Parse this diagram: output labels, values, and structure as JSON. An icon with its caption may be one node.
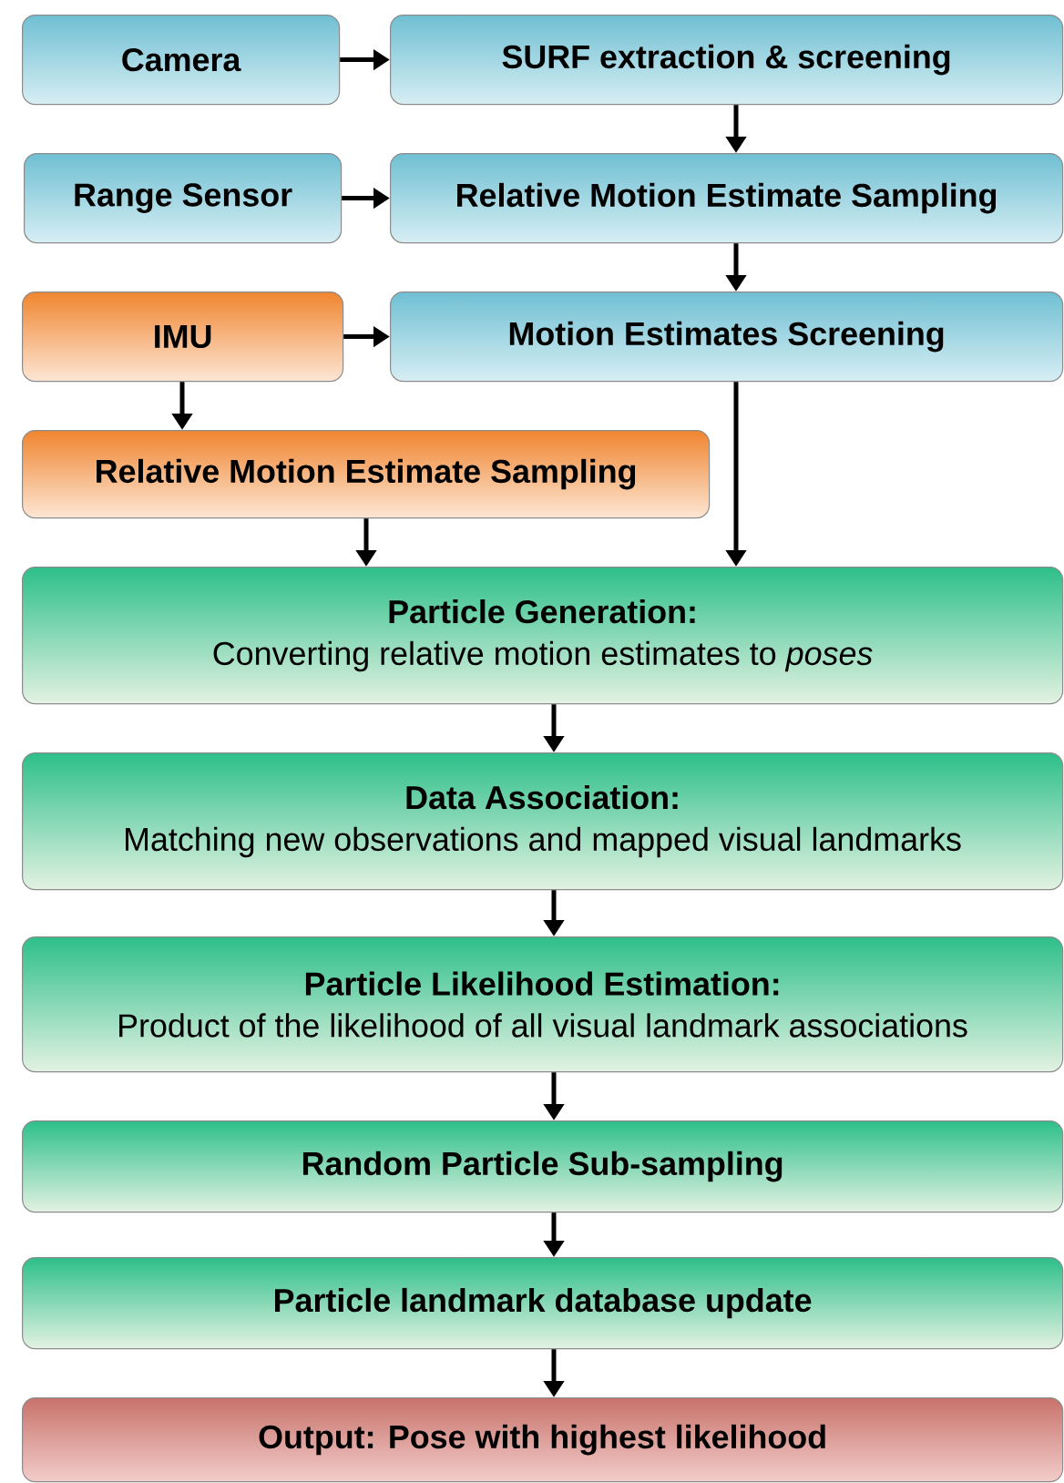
{
  "diagram": {
    "nodes": [
      {
        "text": [
          "Camera"
        ]
      },
      {
        "text": [
          "SURF extraction & screening"
        ]
      },
      {
        "text": [
          "Range Sensor"
        ]
      },
      {
        "text": [
          "Relative Motion Estimate Sampling"
        ]
      },
      {
        "text": [
          "IMU"
        ]
      },
      {
        "text": [
          "Motion Estimates Screening"
        ]
      },
      {
        "text": [
          "Relative Motion Estimate Sampling"
        ]
      },
      {
        "text": [
          "Particle Generation:",
          "Converting relative motion estimates to *poses*"
        ]
      },
      {
        "text": [
          "Data Association:",
          "Matching new observations and mapped visual landmarks"
        ]
      },
      {
        "text": [
          "Particle Likelihood Estimation:",
          "Product of the likelihood of all visual landmark associations"
        ]
      },
      {
        "text": [
          "Random Particle Sub-sampling"
        ]
      },
      {
        "text": [
          "Particle landmark database update"
        ]
      },
      {
        "text": [
          "Output: Pose with highest likelihood"
        ]
      }
    ],
    "edges": [
      {
        "from": 0,
        "to": 1,
        "arrow": "to"
      },
      {
        "from": 1,
        "to": 3,
        "arrow": "to"
      },
      {
        "from": 2,
        "to": 3,
        "arrow": "to"
      },
      {
        "from": 3,
        "to": 5,
        "arrow": "to"
      },
      {
        "from": 4,
        "to": 5,
        "arrow": "to"
      },
      {
        "from": 4,
        "to": 6,
        "arrow": "to"
      },
      {
        "from": 5,
        "to": 7,
        "arrow": "to"
      },
      {
        "from": 6,
        "to": 7,
        "arrow": "to"
      },
      {
        "from": 7,
        "to": 8,
        "arrow": "to"
      },
      {
        "from": 8,
        "to": 9,
        "arrow": "to"
      },
      {
        "from": 9,
        "to": 10,
        "arrow": "to"
      },
      {
        "from": 10,
        "to": 11,
        "arrow": "to"
      },
      {
        "from": 11,
        "to": 12,
        "arrow": "to"
      }
    ]
  }
}
